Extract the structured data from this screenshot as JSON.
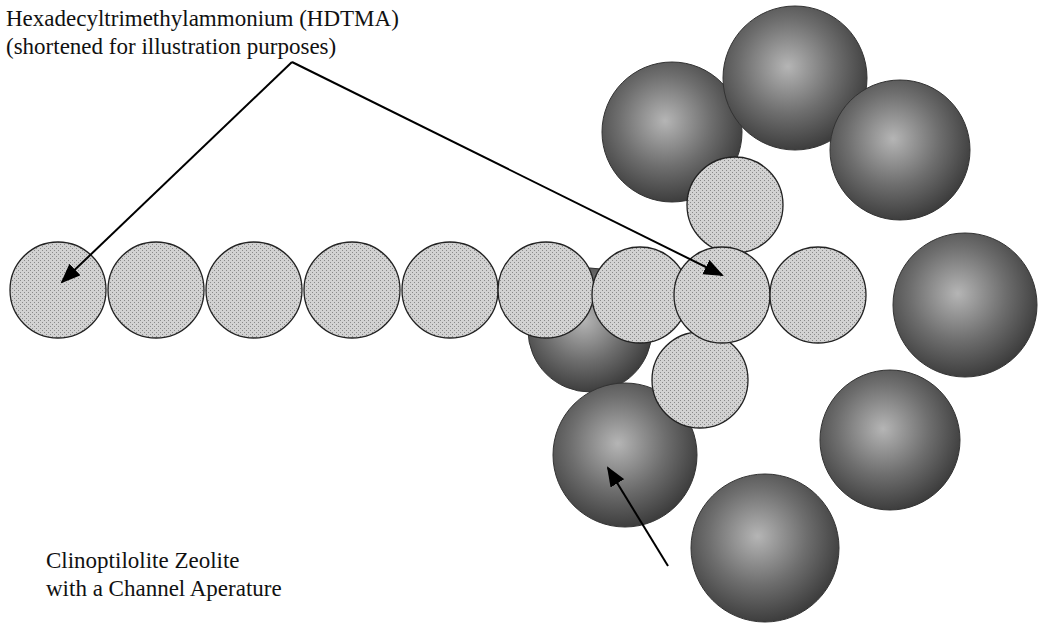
{
  "diagram": {
    "labels": [
      "Hexadecyltrimethylammonium (HDTMA)",
      "(shortened for illustration purposes)",
      "Clinoptilolite Zeolite",
      "with a Channel Aperature"
    ]
  }
}
